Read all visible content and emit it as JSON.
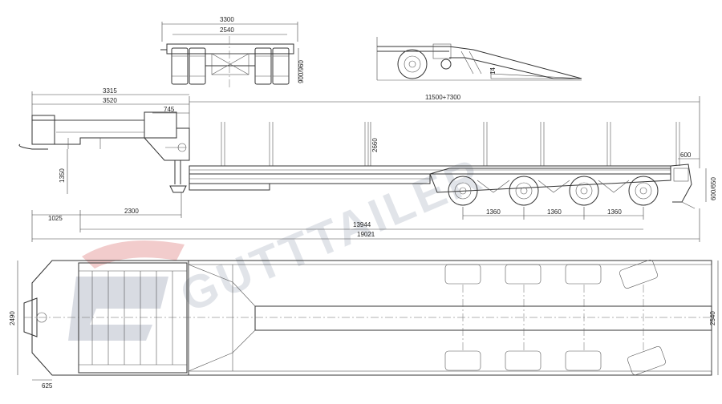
{
  "watermark": {
    "text": "GUTTTAILER",
    "primary_color": "#b8becb",
    "accent_color": "#e8a2a2"
  },
  "rear_view": {
    "width_outer": "3300",
    "width_inner": "2540",
    "height_side": "900/960"
  },
  "ramp_view": {
    "angle": "14"
  },
  "side_view": {
    "d_3315": "3315",
    "d_3520": "3520",
    "d_745": "745",
    "d_deck": "11500+7300",
    "d_2660": "2660",
    "d_1350": "1350",
    "d_600": "600",
    "d_600_650": "600/650",
    "d_1025": "1025",
    "d_2300": "2300",
    "axle_spacing": [
      "1360",
      "1360",
      "1360"
    ],
    "d_13944": "13944",
    "d_overall": "19021"
  },
  "top_view": {
    "width_left": "2490",
    "width_right": "2540",
    "d_625": "625"
  }
}
